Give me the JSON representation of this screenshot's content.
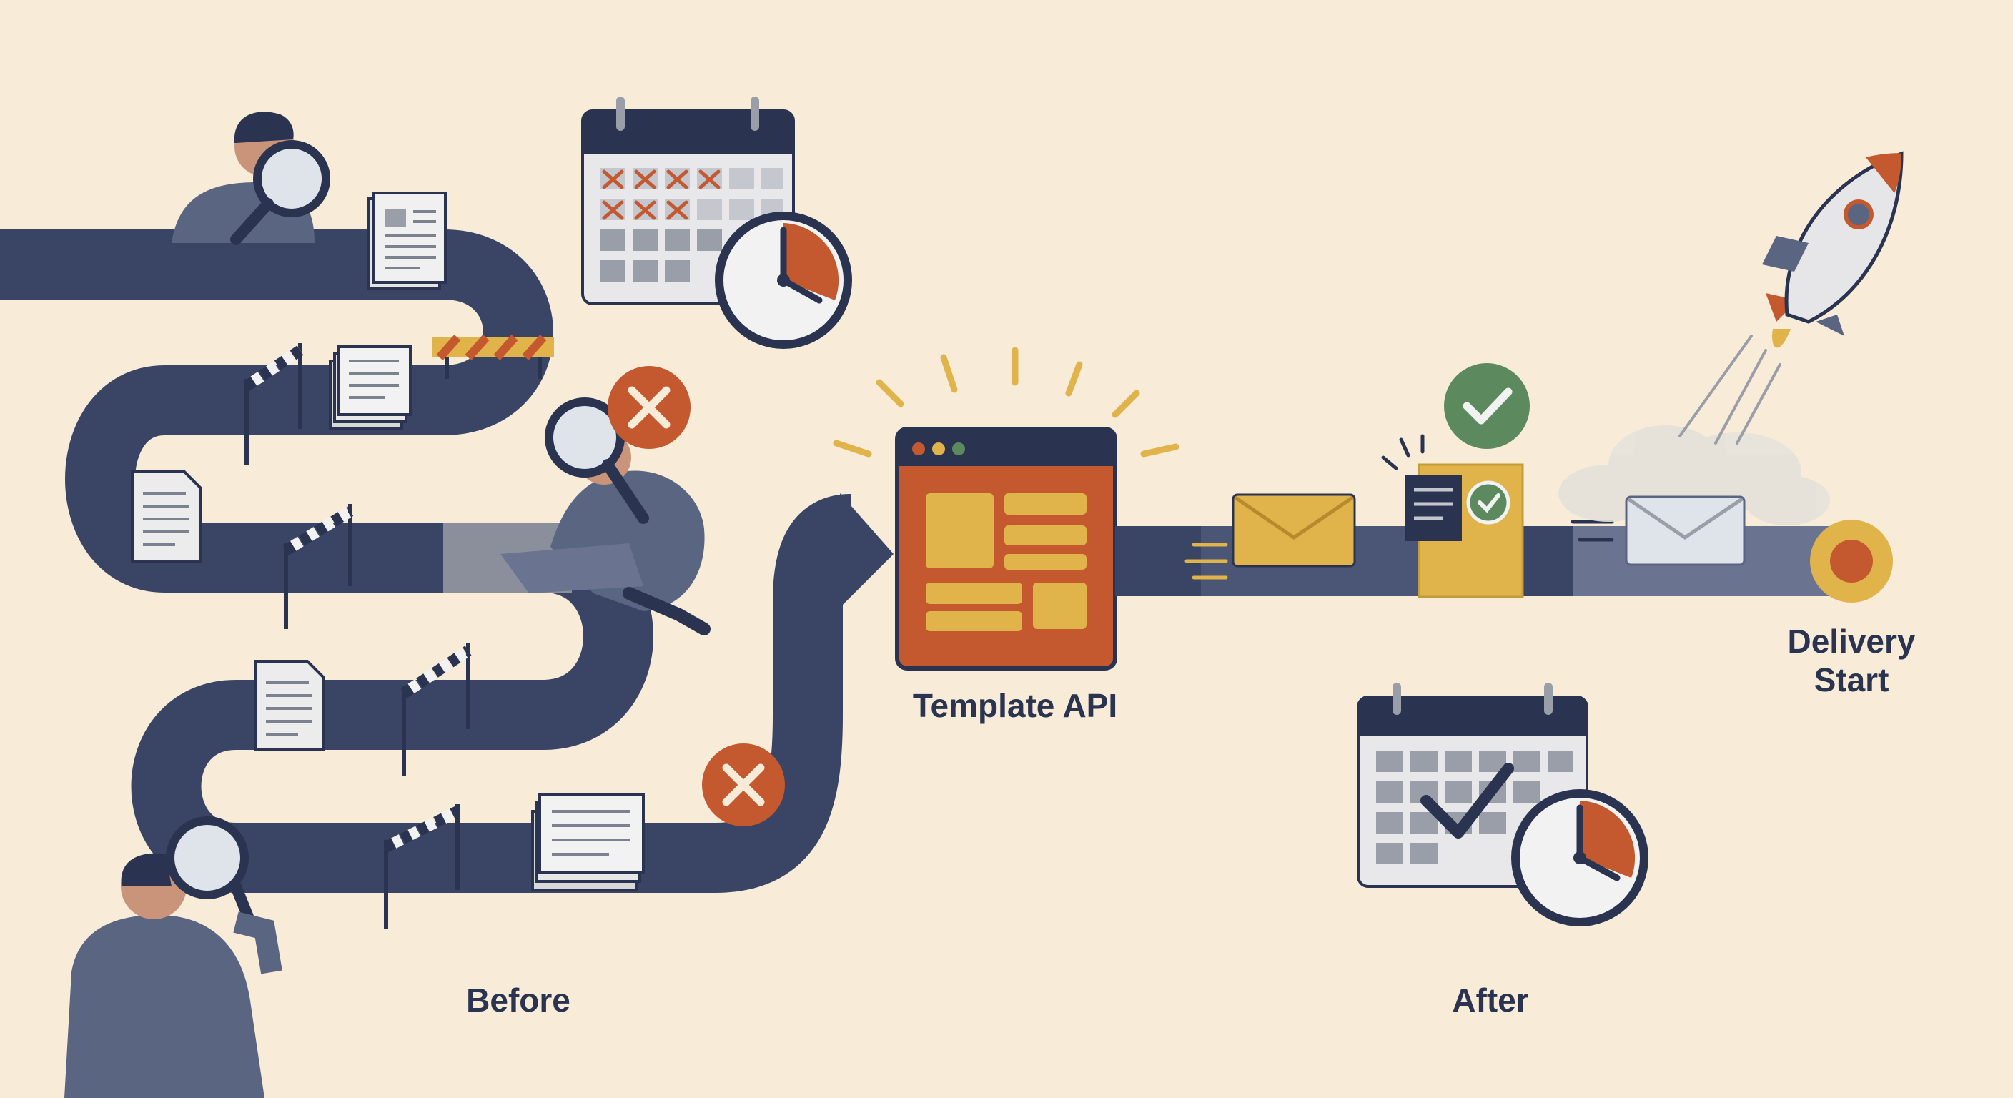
{
  "labels": {
    "template_api": "Template API",
    "before": "Before",
    "after": "After",
    "delivery_line1": "Delivery",
    "delivery_line2": "Start"
  },
  "colors": {
    "background": "#f8ecd9",
    "road": "#3a4566",
    "road_light": "#5a6582",
    "navy": "#2a3450",
    "orange": "#c4582f",
    "gold": "#e0b44a",
    "green": "#5c8a5e",
    "red": "#c4582f",
    "paper": "#e6e6e6",
    "grey": "#9a9ea8"
  },
  "icons": [
    "magnifier-icon",
    "document-icon",
    "calendar-icon",
    "clock-icon",
    "barrier-icon",
    "error-x-icon",
    "browser-window-icon",
    "envelope-icon",
    "check-badge-icon",
    "rocket-icon"
  ]
}
